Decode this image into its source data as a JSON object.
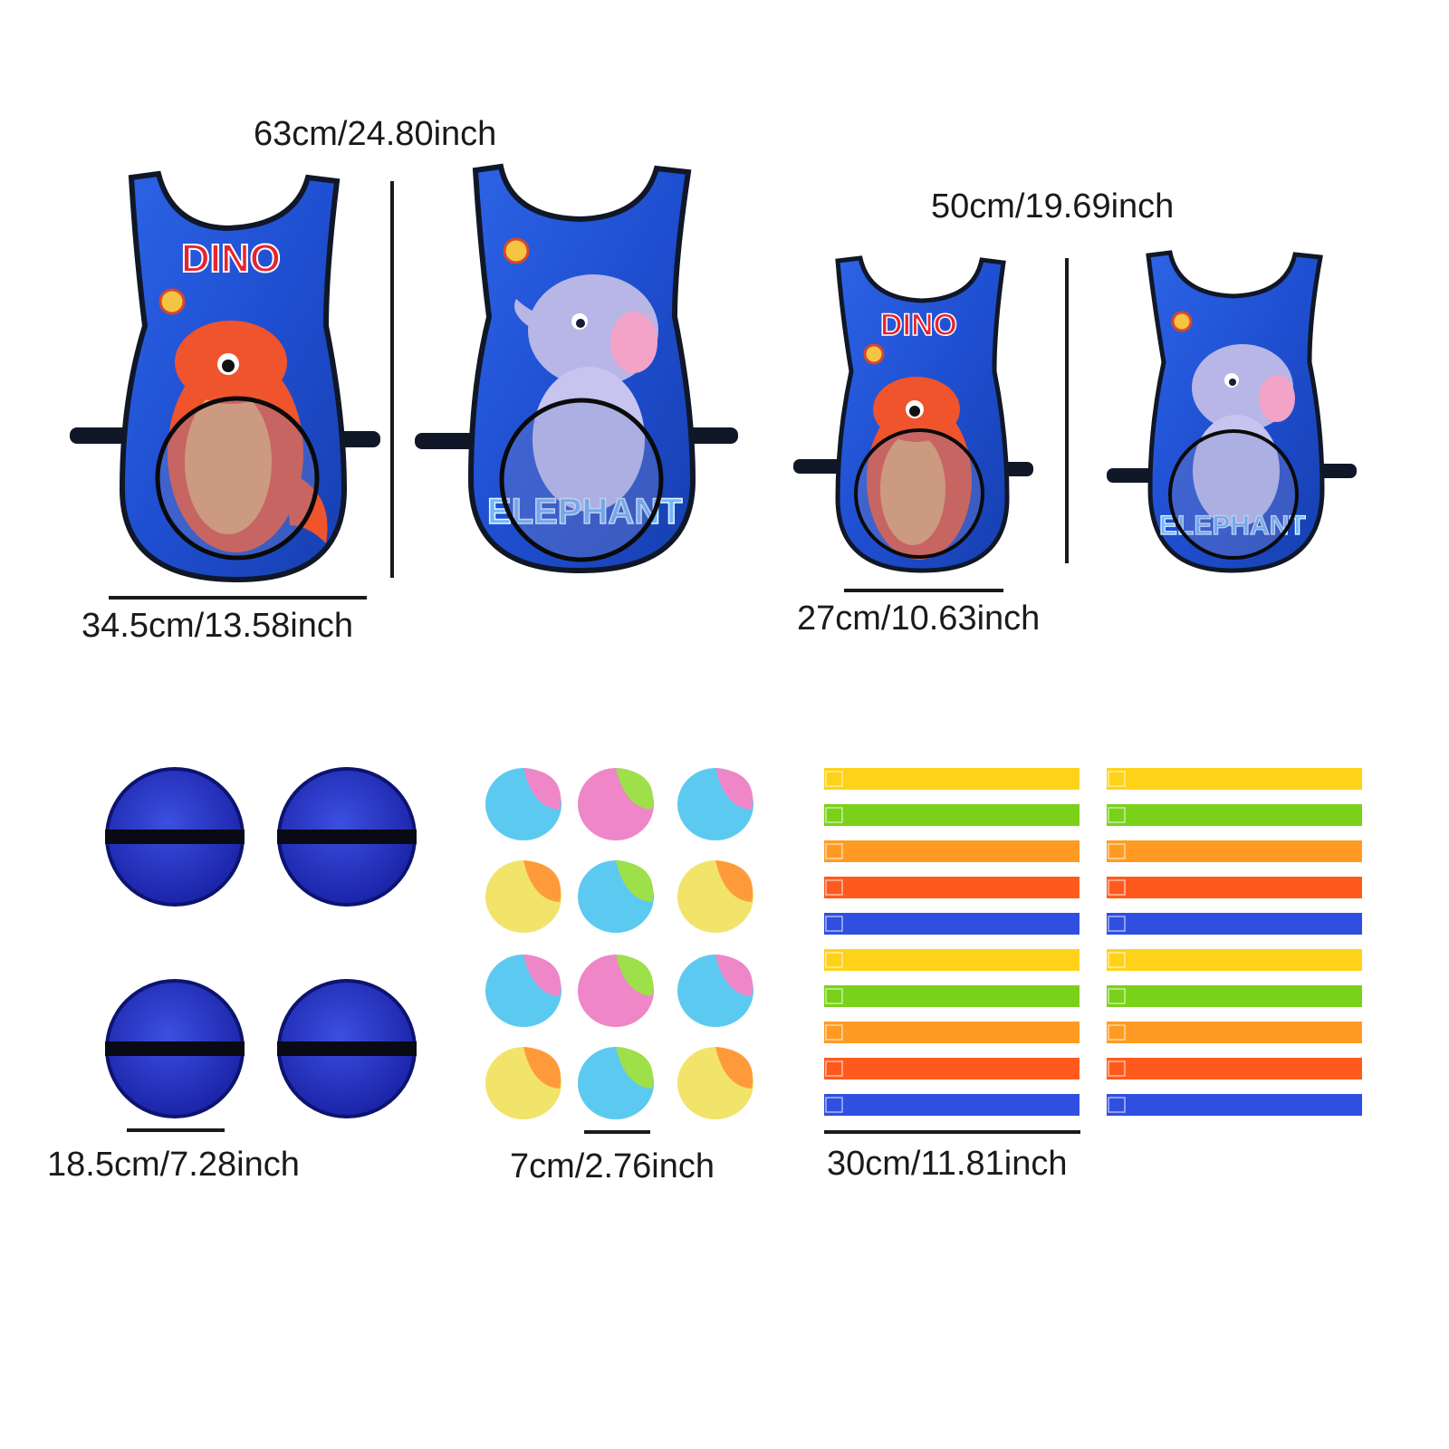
{
  "labels": {
    "large_vest_height": "63cm/24.80inch",
    "large_vest_width": "34.5cm/13.58inch",
    "small_vest_height": "50cm/19.69inch",
    "small_vest_width": "27cm/10.63inch",
    "target_diameter": "18.5cm/7.28inch",
    "ball_diameter": "7cm/2.76inch",
    "strap_length": "30cm/11.81inch"
  },
  "vest_titles": {
    "dino": "DINO",
    "elephant": "ELEPHANT"
  },
  "colors": {
    "vest_blue": "#1f4fd1",
    "vest_dark": "#0f2e8f",
    "trim": "#101828",
    "dino_red": "#f0542c",
    "dino_belly": "#f7a55a",
    "elephant": "#b8b6e6",
    "target_blue": "#1f2db8",
    "strap_yellow": "#ffd21a",
    "strap_green": "#79d11a",
    "strap_orange": "#ff9b22",
    "strap_red": "#ff5a1e",
    "strap_blue": "#2f4fe0"
  },
  "balls": [
    [
      "blue-pink",
      "pink-green",
      "blue-pink"
    ],
    [
      "yellow-orange",
      "blue-green",
      "yellow-orange"
    ],
    [
      "blue-pink",
      "pink-green",
      "blue-pink"
    ],
    [
      "yellow-orange",
      "blue-green",
      "yellow-orange"
    ]
  ],
  "strap_colors": [
    "yellow",
    "green",
    "orange",
    "red",
    "blue",
    "yellow",
    "green",
    "orange",
    "red",
    "blue"
  ]
}
